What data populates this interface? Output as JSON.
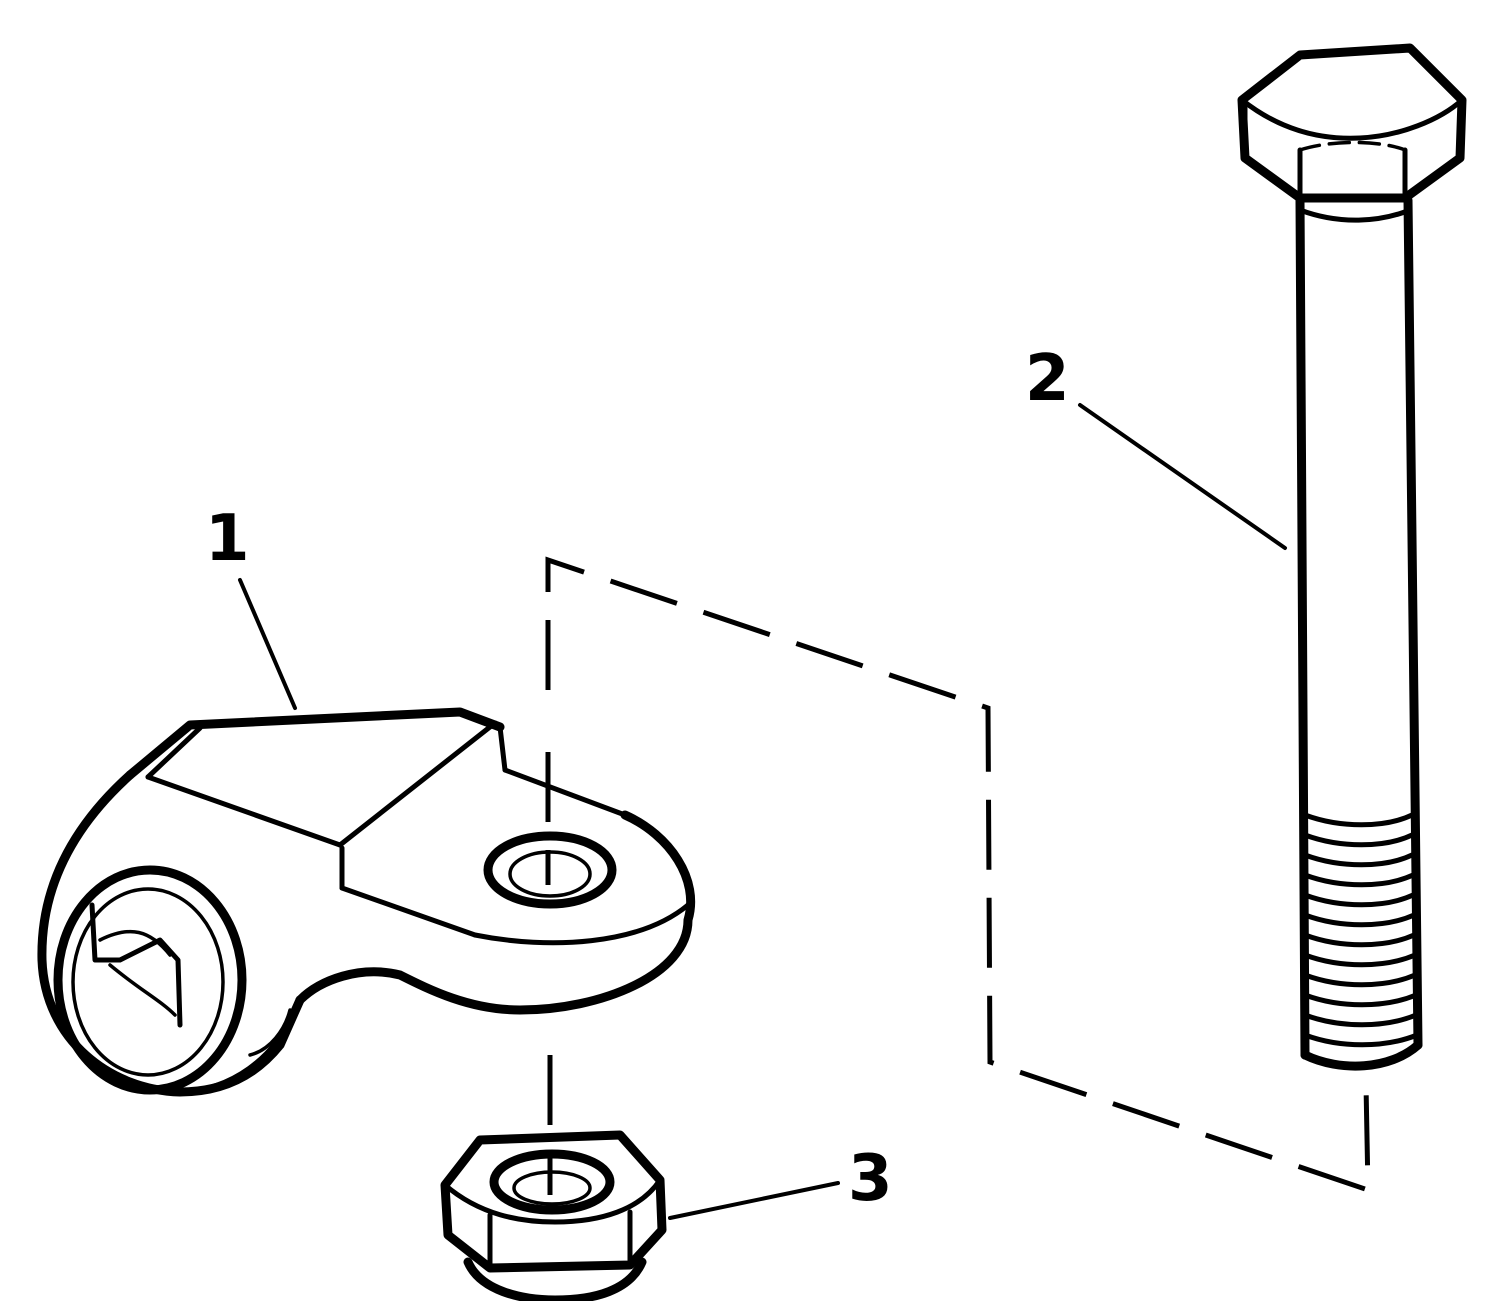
{
  "callouts": [
    {
      "id": "1",
      "label": "1"
    },
    {
      "id": "2",
      "label": "2"
    },
    {
      "id": "3",
      "label": "3"
    }
  ],
  "parts": [
    {
      "callout": "1",
      "icon": "clamp-bracket-icon"
    },
    {
      "callout": "2",
      "icon": "hex-bolt-icon"
    },
    {
      "callout": "3",
      "icon": "hex-lock-nut-icon"
    }
  ],
  "colors": {
    "ink": "#000000",
    "paper": "#ffffff"
  }
}
